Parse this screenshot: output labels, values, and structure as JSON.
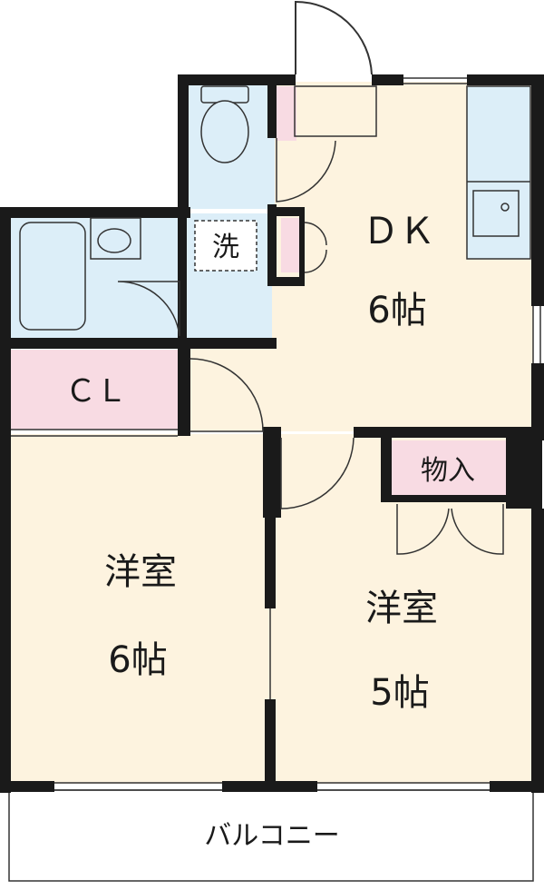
{
  "rooms": {
    "dk": {
      "name": "ＤＫ",
      "size": "6帖"
    },
    "western1": {
      "name": "洋室",
      "size": "6帖"
    },
    "western2": {
      "name": "洋室",
      "size": "5帖"
    },
    "closet": {
      "name": "ＣＬ"
    },
    "storage": {
      "name": "物入"
    },
    "laundry": {
      "name": "洗"
    },
    "balcony": {
      "name": "バルコニー"
    }
  },
  "colors": {
    "floor": "#fdf3df",
    "wet_area": "#dceef8",
    "storage": "#f8dbe3",
    "wall": "#1a1a1a"
  }
}
